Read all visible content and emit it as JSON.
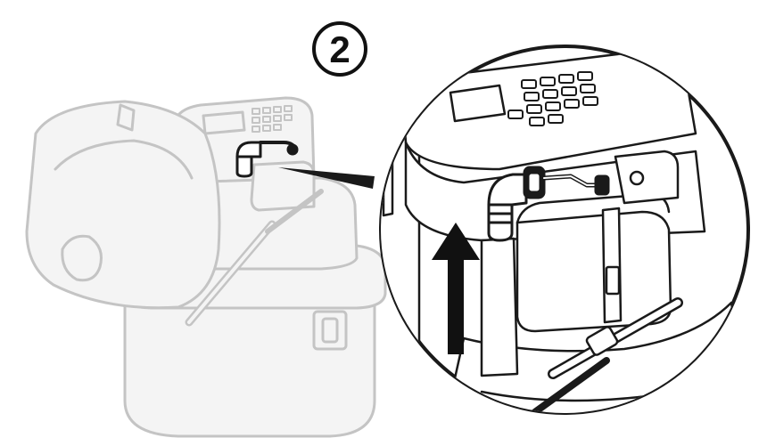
{
  "step": {
    "number": "2"
  },
  "colors": {
    "ghost_outline": "#c4c4c4",
    "ghost_fill": "#f4f4f4",
    "detail_outline": "#1a1a1a",
    "detail_fill": "#ffffff",
    "arrow": "#111111",
    "badge_outline": "#111111"
  },
  "icons": {
    "step_badge": "numbered-circle",
    "direction": "up-arrow",
    "fitting": "elbow-connector"
  }
}
